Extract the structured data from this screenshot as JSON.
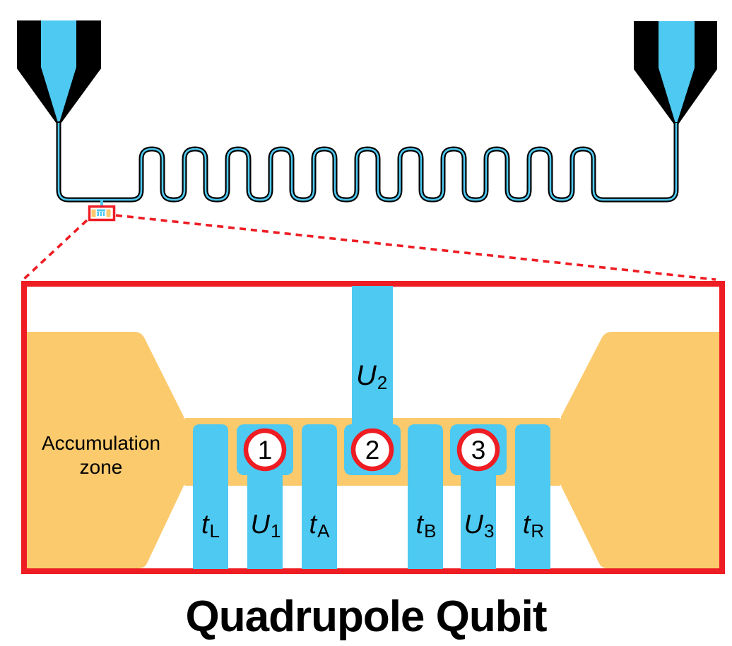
{
  "title": "Quadrupole Qubit",
  "colors": {
    "cyan": "#4ec9f1",
    "orange": "#fbca6d",
    "red": "#ee1c23"
  },
  "inset": {
    "accumulation_zone_label": "Accumulation zone",
    "u2_gate": {
      "main": "U",
      "sub": "2"
    },
    "gates": [
      {
        "main": "t",
        "sub": "L"
      },
      {
        "main": "U",
        "sub": "1"
      },
      {
        "main": "t",
        "sub": "A"
      },
      {
        "main": "t",
        "sub": "B"
      },
      {
        "main": "U",
        "sub": "3"
      },
      {
        "main": "t",
        "sub": "R"
      }
    ],
    "dots": [
      "1",
      "2",
      "3"
    ]
  }
}
